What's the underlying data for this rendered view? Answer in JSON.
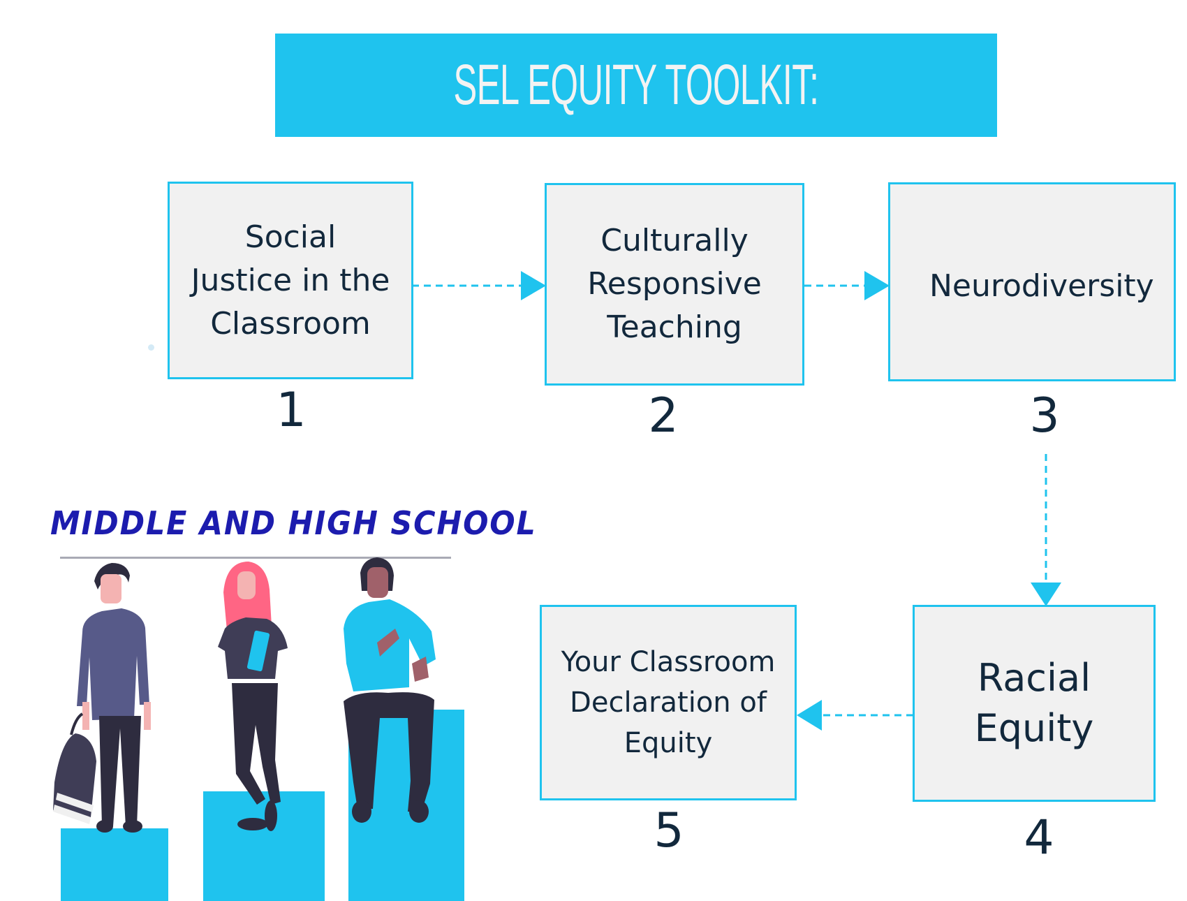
{
  "header": {
    "title": "SEL EQUITY TOOLKIT:"
  },
  "colors": {
    "accent": "#1FC3EE",
    "box_fill": "#F1F1F1",
    "text_dark": "#12283C",
    "title_text": "#F3F3F3",
    "section_label": "#1C1CAE"
  },
  "steps": [
    {
      "number": "1",
      "label": "Social\nJustice in the\nClassroom"
    },
    {
      "number": "2",
      "label": "Culturally\nResponsive\nTeaching"
    },
    {
      "number": "3",
      "label": "Neurodiversity"
    },
    {
      "number": "4",
      "label": "Racial\nEquity"
    },
    {
      "number": "5",
      "label": "Your Classroom\nDeclaration of\nEquity"
    }
  ],
  "connectors": [
    {
      "from": "1",
      "to": "2",
      "direction": "right",
      "style": "dashed"
    },
    {
      "from": "2",
      "to": "3",
      "direction": "right",
      "style": "dashed"
    },
    {
      "from": "3",
      "to": "4",
      "direction": "down",
      "style": "dashed"
    },
    {
      "from": "4",
      "to": "5",
      "direction": "left",
      "style": "dashed"
    }
  ],
  "section": {
    "label": "MIDDLE AND HIGH SCHOOL"
  },
  "illustration": {
    "name": "students-on-podium-illustration",
    "figures": [
      "student-with-bag",
      "student-with-notebook",
      "student-sitting"
    ]
  }
}
